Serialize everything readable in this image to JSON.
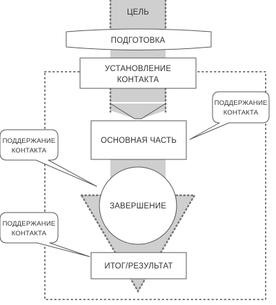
{
  "diagram": {
    "goal": "ЦЕЛЬ",
    "preparation": "ПОДГОТОВКА",
    "establish_contact": [
      "УСТАНОВЛЕНИЕ",
      "КОНТАКТА"
    ],
    "main_part": "ОСНОВНАЯ ЧАСТЬ",
    "completion": "ЗАВЕРШЕНИЕ",
    "result": "ИТОГ/РЕЗУЛЬТАТ",
    "callouts": [
      [
        "ПОДДЕРЖАНИЕ",
        "КОНТАКТА"
      ],
      [
        "ПОДДЕРЖАНИЕ",
        "КОНТАКТА"
      ],
      [
        "ПОДДЕРЖАНИЕ",
        "КОНТАКТА"
      ]
    ]
  },
  "colors": {
    "fill_gray": "#cfcfcf",
    "dot_gray": "#777777",
    "stroke": "#555555",
    "box_fill": "#ffffff",
    "text": "#333333"
  }
}
